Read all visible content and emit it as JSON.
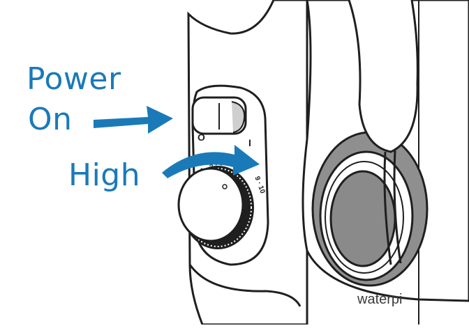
{
  "labels": {
    "power": "Power",
    "on": "On",
    "high": "High"
  },
  "switch": {
    "off_mark": "O",
    "on_mark": "I"
  },
  "dial": {
    "scale_low": "1 · 2 · 3 ·",
    "scale_high": "9 · 10"
  },
  "brand": {
    "logo_text": "waterpi"
  },
  "colors": {
    "accent": "#1a7ab8",
    "outline": "#1f1f1f",
    "shadow": "#8c8c8c",
    "device_fill": "#ffffff"
  },
  "icons": {
    "power_arrow": "arrow-right-icon",
    "rotate_arrow": "curved-arrow-icon"
  }
}
